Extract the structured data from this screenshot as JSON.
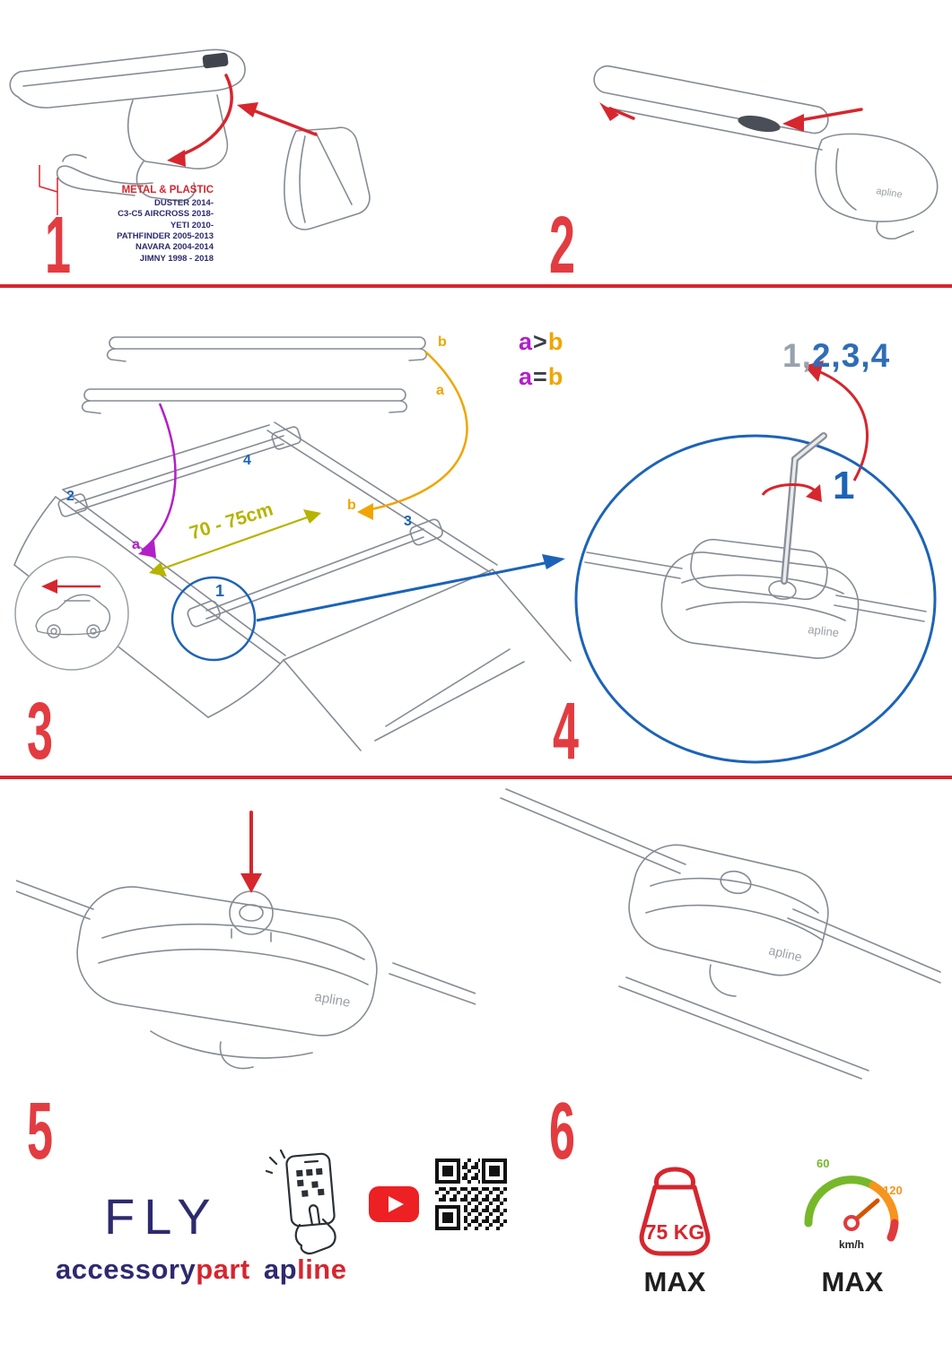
{
  "colors": {
    "accent_red": "#d6262e",
    "accent_blue": "#1c63b7",
    "magenta": "#b21fc9",
    "orange": "#f0a500",
    "olive": "#b5b400",
    "navy": "#2d2a6e"
  },
  "steps": {
    "step1": {
      "num": "1",
      "material": "METAL & PLASTIC",
      "models": [
        "DUSTER 2014-",
        "C3-C5 AIRCROSS 2018-",
        "YETI 2010-",
        "PATHFINDER 2005-2013",
        "NAVARA 2004-2014",
        "JIMNY 1998 - 2018"
      ]
    },
    "step2": {
      "num": "2",
      "logo": "apline"
    },
    "step3": {
      "num": "3",
      "compare_gt": {
        "left": "a",
        "op": ">",
        "right": "b"
      },
      "compare_eq": {
        "left": "a",
        "op": "=",
        "right": "b"
      },
      "loose_bar_top": "b",
      "loose_bar_bottom": "a",
      "foot_2": "2",
      "foot_4": "4",
      "foot_3": "3",
      "foot_1": "1",
      "bar_b": "b",
      "bar_a": "a",
      "dimension": "70 - 75cm"
    },
    "step4": {
      "num": "4",
      "sequence_first": "1,",
      "sequence_rest": "2,3,4",
      "current": "1",
      "logo": "apline"
    },
    "step5": {
      "num": "5",
      "logo": "apline"
    },
    "step6": {
      "num": "6",
      "logo": "apline"
    }
  },
  "footer": {
    "product_name": "FLY",
    "brand": {
      "accessory": "accessory",
      "part": "part",
      "ap": "ap",
      "line": "line"
    },
    "weight_limit": {
      "value": "75 KG",
      "label": "MAX"
    },
    "speed_limit": {
      "tick_low": "60",
      "tick_high": "120",
      "unit": "km/h",
      "label": "MAX"
    }
  }
}
